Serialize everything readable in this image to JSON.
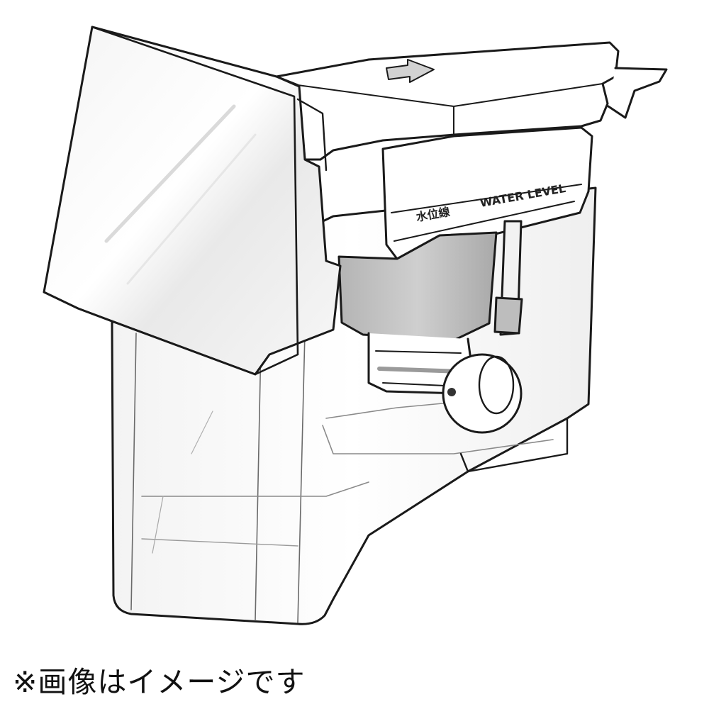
{
  "product_labels": {
    "japanese": "水位線",
    "english": "WATER LEVEL"
  },
  "caption": "※画像はイメージです",
  "colors": {
    "outline": "#1a1a1a",
    "shade": "#b9b9b9",
    "light": "#ececec"
  }
}
